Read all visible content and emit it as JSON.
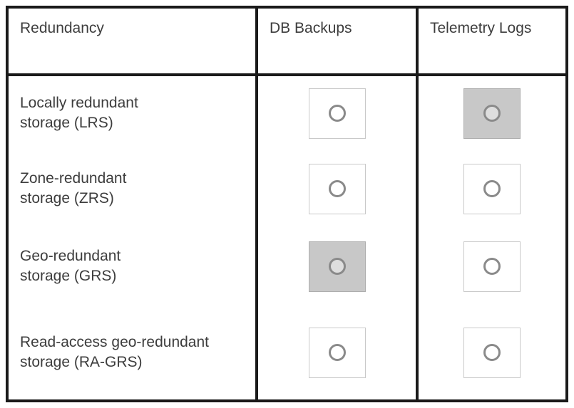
{
  "table": {
    "header": {
      "redundancy": "Redundancy",
      "db_backups": "DB Backups",
      "telemetry_logs": "Telemetry Logs"
    },
    "rows": [
      {
        "id": "lrs",
        "lines": [
          "Locally redundant",
          "storage (LRS)"
        ],
        "db_backups": {
          "highlighted": false,
          "checked": false
        },
        "telemetry_logs": {
          "highlighted": true,
          "checked": false
        }
      },
      {
        "id": "zrs",
        "lines": [
          "Zone-redundant",
          "storage (ZRS)"
        ],
        "db_backups": {
          "highlighted": false,
          "checked": false
        },
        "telemetry_logs": {
          "highlighted": false,
          "checked": false
        }
      },
      {
        "id": "grs",
        "lines": [
          "Geo-redundant",
          "storage (GRS)"
        ],
        "db_backups": {
          "highlighted": true,
          "checked": false
        },
        "telemetry_logs": {
          "highlighted": false,
          "checked": false
        }
      },
      {
        "id": "ra-grs",
        "lines": [
          "Read-access geo-redundant",
          "storage (RA-GRS)"
        ],
        "db_backups": {
          "highlighted": false,
          "checked": false
        },
        "telemetry_logs": {
          "highlighted": false,
          "checked": false
        }
      }
    ],
    "colors": {
      "border": "#1a1a1a",
      "text": "#3d3d3d",
      "box_border": "#c9c9c9",
      "highlight_fill": "#c8c8c8",
      "radio_ring": "#8a8a8a"
    }
  }
}
